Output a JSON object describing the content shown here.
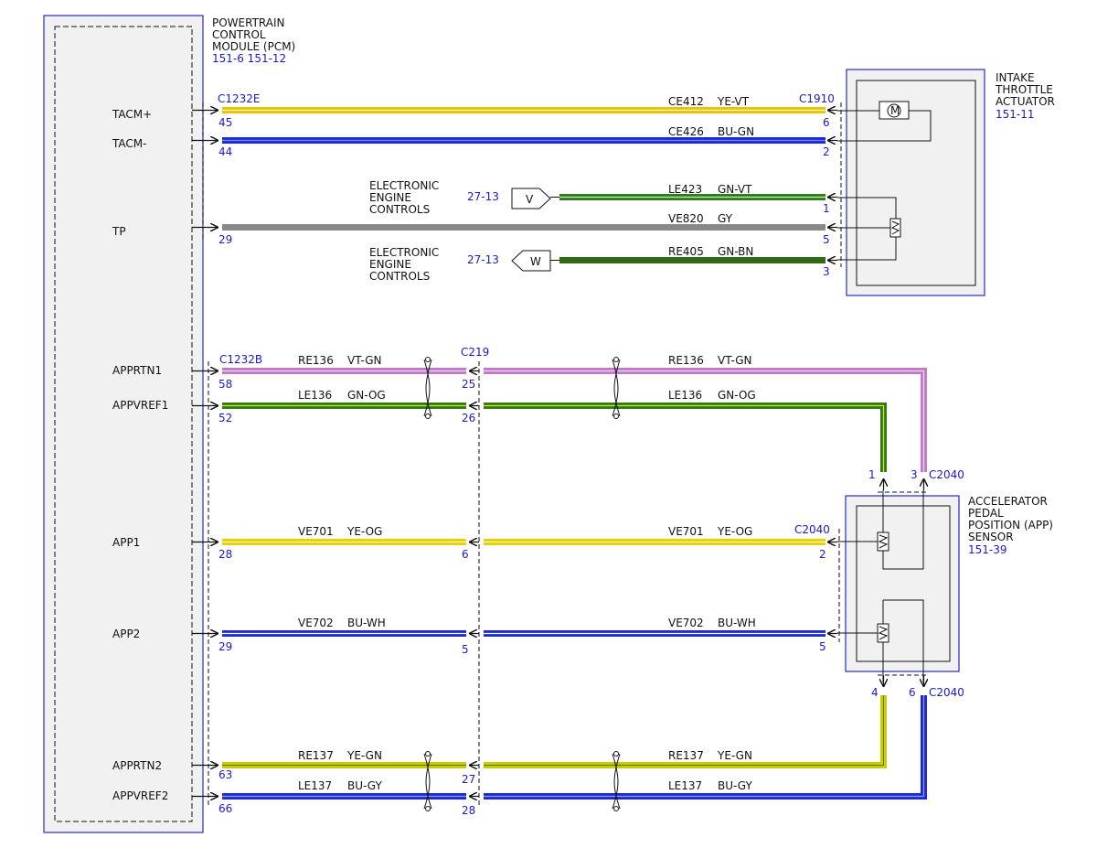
{
  "pcm": {
    "title": [
      "POWERTRAIN",
      "CONTROL",
      "MODULE (PCM)"
    ],
    "refs": "151-6  151-12",
    "pins": [
      "TACM+",
      "TACM-",
      "TP",
      "APPRTN1",
      "APPVREF1",
      "APP1",
      "APP2",
      "APPRTN2",
      "APPVREF2"
    ]
  },
  "actuator": {
    "title": [
      "INTAKE",
      "THROTTLE",
      "ACTUATOR"
    ],
    "ref": "151-11",
    "motor_symbol": "M"
  },
  "app_sensor": {
    "title": [
      "ACCELERATOR",
      "PEDAL",
      "POSITION (APP)",
      "SENSOR"
    ],
    "ref": "151-39"
  },
  "eec": {
    "label": [
      "ELECTRONIC",
      "ENGINE",
      "CONTROLS"
    ],
    "ref": "27-13",
    "connector_v": "V",
    "connector_w": "W"
  },
  "connectors": {
    "pcm_e": "C1232E",
    "pcm_b": "C1232B",
    "actuator": "C1910",
    "inline": "C219",
    "app_a": "C2040",
    "app_b": "C2040",
    "app_c": "C2040"
  },
  "pins": {
    "tacm_plus_pcm": "45",
    "tacm_plus_act": "6",
    "tacm_minus_pcm": "44",
    "tacm_minus_act": "2",
    "le423_act": "1",
    "tp_pcm": "29",
    "tp_act": "5",
    "re405_act": "3",
    "apprtn1_pcm": "58",
    "apprtn1_c219": "25",
    "appvref1_pcm": "52",
    "appvref1_c219": "26",
    "app_pin1": "1",
    "app_pin3": "3",
    "app1_pcm": "28",
    "app1_c219": "6",
    "app1_sensor": "2",
    "app2_pcm": "29",
    "app2_c219": "5",
    "app2_sensor": "5",
    "app_pin4": "4",
    "app_pin6": "6",
    "apprtn2_pcm": "63",
    "apprtn2_c219": "27",
    "appvref2_pcm": "66",
    "appvref2_c219": "28"
  },
  "circuits": {
    "ce412": "CE412",
    "ce412_color": "YE-VT",
    "ce426": "CE426",
    "ce426_color": "BU-GN",
    "le423": "LE423",
    "le423_color": "GN-VT",
    "ve820": "VE820",
    "ve820_color": "GY",
    "re405": "RE405",
    "re405_color": "GN-BN",
    "re136": "RE136",
    "re136_color": "VT-GN",
    "le136": "LE136",
    "le136_color": "GN-OG",
    "ve701": "VE701",
    "ve701_color": "YE-OG",
    "ve702": "VE702",
    "ve702_color": "BU-WH",
    "re137": "RE137",
    "re137_color": "YE-GN",
    "le137": "LE137",
    "le137_color": "BU-GY"
  },
  "colors": {
    "label_blue": "#1a1acc",
    "box_border": "#2a2acc",
    "module_fill": "#f1f1f1",
    "wire_yellow": "#e8c400",
    "wire_blue": "#1a2ad8",
    "wire_green": "#2f7a1c",
    "wire_gray": "#888888",
    "wire_violet": "#c07ac8",
    "wire_yellow_green": "#c8cc00"
  }
}
